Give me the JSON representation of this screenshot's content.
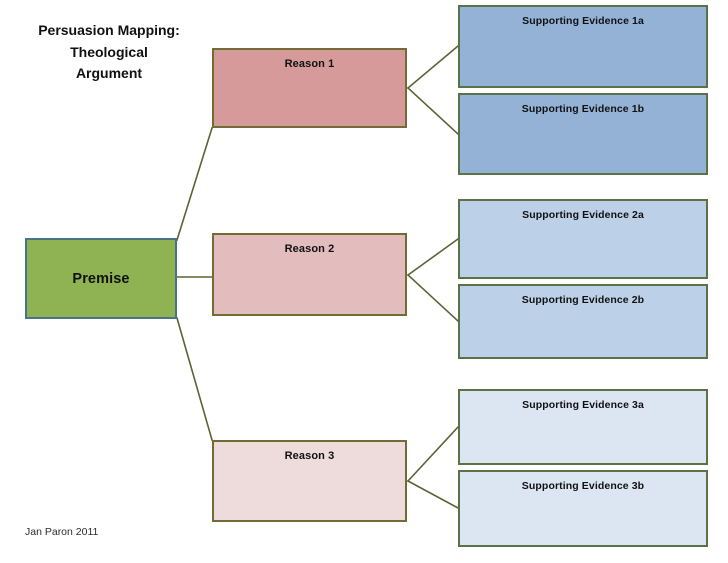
{
  "title": {
    "lines": [
      "Persuasion Mapping:",
      "Theological",
      "Argument"
    ]
  },
  "credit": "Jan Paron 2011",
  "diagram": {
    "premise": {
      "label": "Premise"
    },
    "reasons": [
      {
        "label": "Reason 1"
      },
      {
        "label": "Reason 2"
      },
      {
        "label": "Reason 3"
      }
    ],
    "evidence": [
      {
        "label": "Supporting Evidence 1a"
      },
      {
        "label": "Supporting Evidence 1b"
      },
      {
        "label": "Supporting Evidence 2a"
      },
      {
        "label": "Supporting Evidence 2b"
      },
      {
        "label": "Supporting Evidence 3a"
      },
      {
        "label": "Supporting Evidence 3b"
      }
    ]
  },
  "colors": {
    "premise_fill": "#8fb252",
    "premise_border": "#4a7289",
    "reason_fill_1": "#d79a9a",
    "reason_fill_2": "#e3bdbd",
    "reason_fill_3": "#eddcdb",
    "reason_border": "#716b34",
    "evidence_fill_1": "#94b2d6",
    "evidence_fill_2": "#bcd0e7",
    "evidence_fill_3": "#dce6f2",
    "evidence_border": "#5a7245",
    "connector": "#5c6435",
    "text": "#111111"
  }
}
